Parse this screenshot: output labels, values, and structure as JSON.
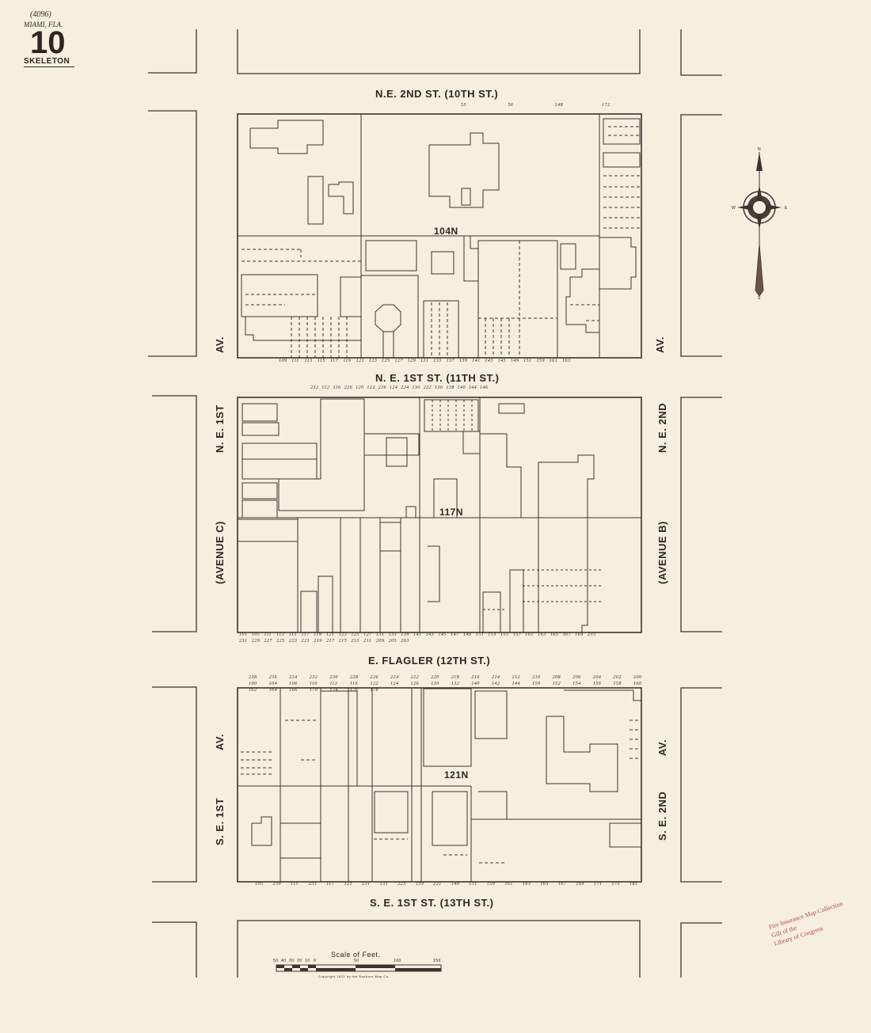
{
  "header": {
    "sheet_code": "(4096)",
    "city": "MIAMI, FLA.",
    "sheet_number": "10",
    "subtitle": "SKELETON"
  },
  "streets": {
    "ne_2nd_st": "N.E. 2ND  ST. (10TH  ST.)",
    "ne_1st_st": "N. E. 1ST  ST. (11TH  ST.)",
    "e_flagler": "E. FLAGLER  (12TH  ST.)",
    "se_1st_st": "S. E. 1ST  ST. (13TH  ST.)",
    "av_left_top": "AV.",
    "av_right_top": "AV.",
    "ne_1st_av": "N. E. 1ST",
    "avenue_c": "(AVENUE  C)",
    "ne_2nd_av": "N. E. 2ND",
    "avenue_b": "(AVENUE  B)",
    "se_1st_av": "S. E. 1ST",
    "av_left_bottom": "AV.",
    "se_2nd_av": "S. E. 2ND",
    "av_right_bottom": "AV."
  },
  "blocks": {
    "top": "104N",
    "middle": "117N",
    "bottom": "121N"
  },
  "house_numbers": {
    "top_north": [
      "55",
      "56",
      "148",
      "172"
    ],
    "top_south": [
      "109",
      "111",
      "113",
      "115",
      "117",
      "119",
      "121",
      "123",
      "125",
      "127",
      "129",
      "131",
      "133",
      "137",
      "139",
      "141",
      "143",
      "145",
      "149",
      "151",
      "159",
      "161",
      "163"
    ],
    "middle_north": [
      "232",
      "112",
      "116",
      "226",
      "120",
      "122",
      "226",
      "124",
      "224",
      "130",
      "222",
      "136",
      "138",
      "140",
      "144",
      "146"
    ],
    "middle_south": [
      "101",
      "105",
      "111",
      "113",
      "115",
      "117",
      "119",
      "121",
      "123",
      "125",
      "127",
      "131",
      "133",
      "139",
      "141",
      "143",
      "145",
      "147",
      "149",
      "151",
      "153",
      "155",
      "157",
      "161",
      "163",
      "165",
      "167",
      "169",
      "233",
      "231",
      "229",
      "227",
      "225",
      "223",
      "221",
      "219",
      "217",
      "215",
      "213",
      "211",
      "209",
      "205",
      "203"
    ],
    "bottom_north": [
      "238",
      "236",
      "234",
      "232",
      "230",
      "228",
      "226",
      "224",
      "222",
      "220",
      "218",
      "216",
      "214",
      "212",
      "210",
      "208",
      "206",
      "204",
      "202",
      "200",
      "100",
      "104",
      "106",
      "110",
      "112",
      "116",
      "122",
      "124",
      "126",
      "130",
      "132",
      "140",
      "142",
      "144",
      "150",
      "152",
      "154",
      "156",
      "158",
      "160",
      "162",
      "164",
      "166",
      "170",
      "174",
      "176",
      "178"
    ],
    "bottom_south": [
      "105",
      "239",
      "115",
      "233",
      "117",
      "121",
      "231",
      "131",
      "223",
      "139",
      "221",
      "149",
      "151",
      "159",
      "161",
      "163",
      "165",
      "167",
      "169",
      "171",
      "173",
      "181"
    ]
  },
  "scale": {
    "title": "Scale of Feet.",
    "ticks": [
      "50",
      "40",
      "30",
      "20",
      "10",
      "0",
      "50",
      "100",
      "150"
    ],
    "copyright": "Copyright 1921 by the Sanborn Map Co."
  },
  "compass": {
    "n": "N",
    "s": "S",
    "e": "E",
    "w": "W"
  },
  "stamp": [
    "Fire Insurance Map Collection",
    "Gift of the",
    "Library of Congress"
  ]
}
